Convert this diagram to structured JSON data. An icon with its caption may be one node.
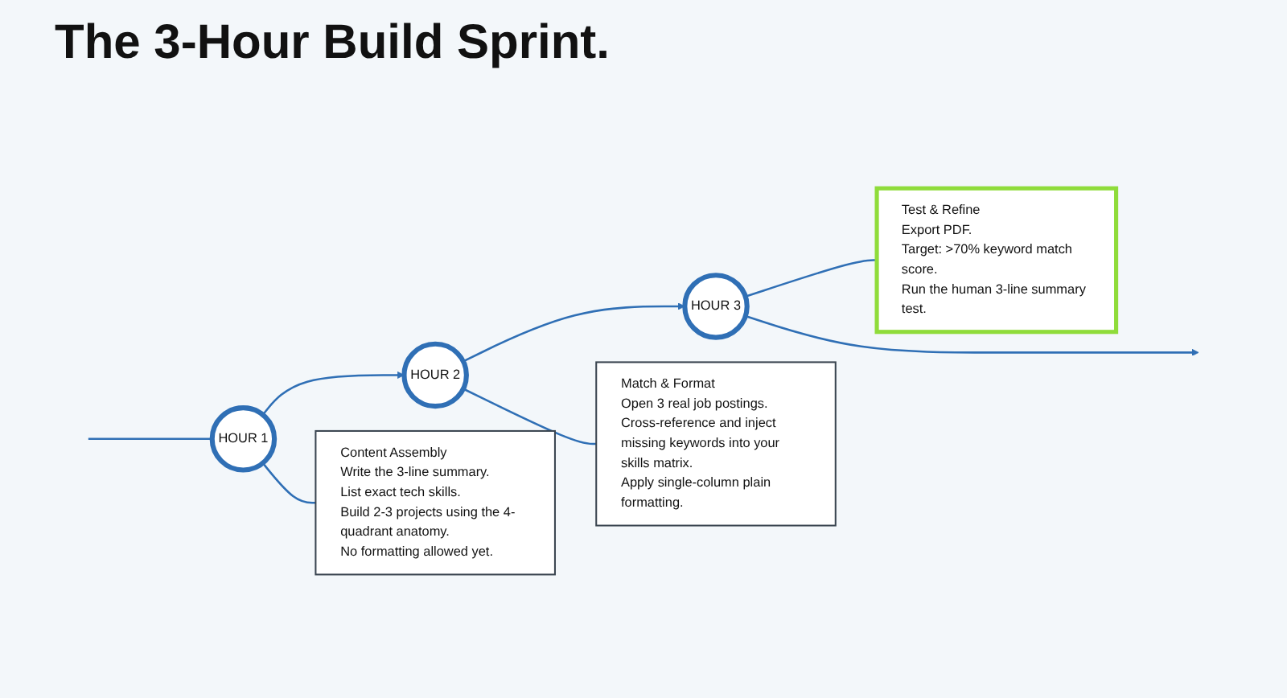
{
  "diagram": {
    "title": "The 3-Hour Build Sprint.",
    "nodes": [
      {
        "text": [
          "HOUR 1"
        ]
      },
      {
        "text": [
          "HOUR 2"
        ]
      },
      {
        "text": [
          "HOUR 3"
        ]
      },
      {
        "text": [
          "Content Assembly",
          "Write the 3-line summary.",
          "List exact tech skills.",
          "Build 2-3 projects using the 4-quadrant anatomy.",
          "No formatting allowed yet."
        ]
      },
      {
        "text": [
          "Match & Format",
          "Open 3 real job postings.",
          "Cross-reference and inject missing keywords into your skills matrix.",
          "Apply single-column plain formatting."
        ]
      },
      {
        "text": [
          "Test & Refine",
          "Export PDF.",
          "Target: >70% keyword match score.",
          "Run the human 3-line summary test."
        ]
      }
    ],
    "edges": [
      {
        "from": null,
        "to": 0,
        "arrow": "none"
      },
      {
        "from": 0,
        "to": 1,
        "arrow": "to"
      },
      {
        "from": 1,
        "to": 2,
        "arrow": "to"
      },
      {
        "from": 2,
        "to": null,
        "arrow": "to"
      },
      {
        "from": 0,
        "to": 3,
        "arrow": "none"
      },
      {
        "from": 1,
        "to": 4,
        "arrow": "none"
      },
      {
        "from": 2,
        "to": 5,
        "arrow": "none"
      }
    ]
  }
}
